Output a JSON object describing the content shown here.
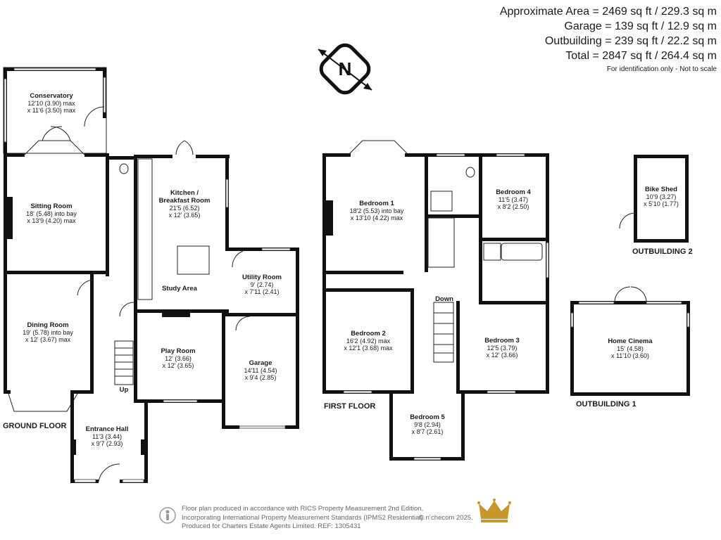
{
  "areas": {
    "approximate": "Approximate Area = 2469 sq ft / 229.3 sq m",
    "garage": "Garage = 139 sq ft / 12.9 sq m",
    "outbuilding": "Outbuilding = 239 sq ft / 22.2 sq m",
    "total": "Total = 2847 sq ft / 264.4 sq m",
    "note": "For identification only - Not to scale"
  },
  "compass": {
    "letter": "N"
  },
  "floors": {
    "ground": "GROUND FLOOR",
    "first": "FIRST FLOOR",
    "outbuilding1": "OUTBUILDING 1",
    "outbuilding2": "OUTBUILDING 2"
  },
  "rooms": {
    "conservatory": {
      "name": "Conservatory",
      "dim1": "12'10 (3.90) max",
      "dim2": "x 11'6 (3.50) max"
    },
    "sitting": {
      "name": "Sitting Room",
      "dim1": "18' (5.48) into bay",
      "dim2": "x 13'9 (4.20) max"
    },
    "kitchen": {
      "name1": "Kitchen /",
      "name2": "Breakfast Room",
      "dim1": "21'5 (6.52)",
      "dim2": "x 12' (3.65)"
    },
    "study": {
      "name": "Study Area"
    },
    "utility": {
      "name": "Utility Room",
      "dim1": "9' (2.74)",
      "dim2": "x 7'11 (2.41)"
    },
    "dining": {
      "name": "Dining Room",
      "dim1": "19' (5.78) into bay",
      "dim2": "x 12' (3.67) max"
    },
    "play": {
      "name": "Play Room",
      "dim1": "12' (3.66)",
      "dim2": "x 12' (3.65)"
    },
    "garage": {
      "name": "Garage",
      "dim1": "14'11 (4.54)",
      "dim2": "x 9'4 (2.85)"
    },
    "hall": {
      "name": "Entrance Hall",
      "dim1": "11'3 (3.44)",
      "dim2": "x 9'7 (2.93)"
    },
    "bed1": {
      "name": "Bedroom 1",
      "dim1": "18'2 (5.53) into bay",
      "dim2": "x 13'10 (4.22) max"
    },
    "bed2": {
      "name": "Bedroom 2",
      "dim1": "16'2 (4.92) max",
      "dim2": "x 12'1 (3.68) max"
    },
    "bed3": {
      "name": "Bedroom 3",
      "dim1": "12'5 (3.79)",
      "dim2": "x 12' (3.66)"
    },
    "bed4": {
      "name": "Bedroom 4",
      "dim1": "11'5 (3.47)",
      "dim2": "x 8'2 (2.50)"
    },
    "bed5": {
      "name": "Bedroom 5",
      "dim1": "9'8 (2.94)",
      "dim2": "x 8'7 (2.61)"
    },
    "bike": {
      "name": "Bike Shed",
      "dim1": "10'9 (3.27)",
      "dim2": "x 5'10 (1.77)"
    },
    "cinema": {
      "name": "Home Cinema",
      "dim1": "15' (4.58)",
      "dim2": "x 11'10 (3.60)"
    }
  },
  "stairs": {
    "up": "Up",
    "down": "Down"
  },
  "footer": {
    "line1": "Floor plan produced in accordance with RICS Property Measurement 2nd Edition,",
    "line2": "Incorporating International Property Measurement Standards (IPMS2 Residential).",
    "line3": "Produced for Charters Estate Agents Limited.   REF: 1305431",
    "copyright": "© n’checom 2025."
  },
  "colors": {
    "wall": "#111111",
    "text": "#1a1a1a",
    "footer": "#666666",
    "crown": "#c8962a"
  }
}
